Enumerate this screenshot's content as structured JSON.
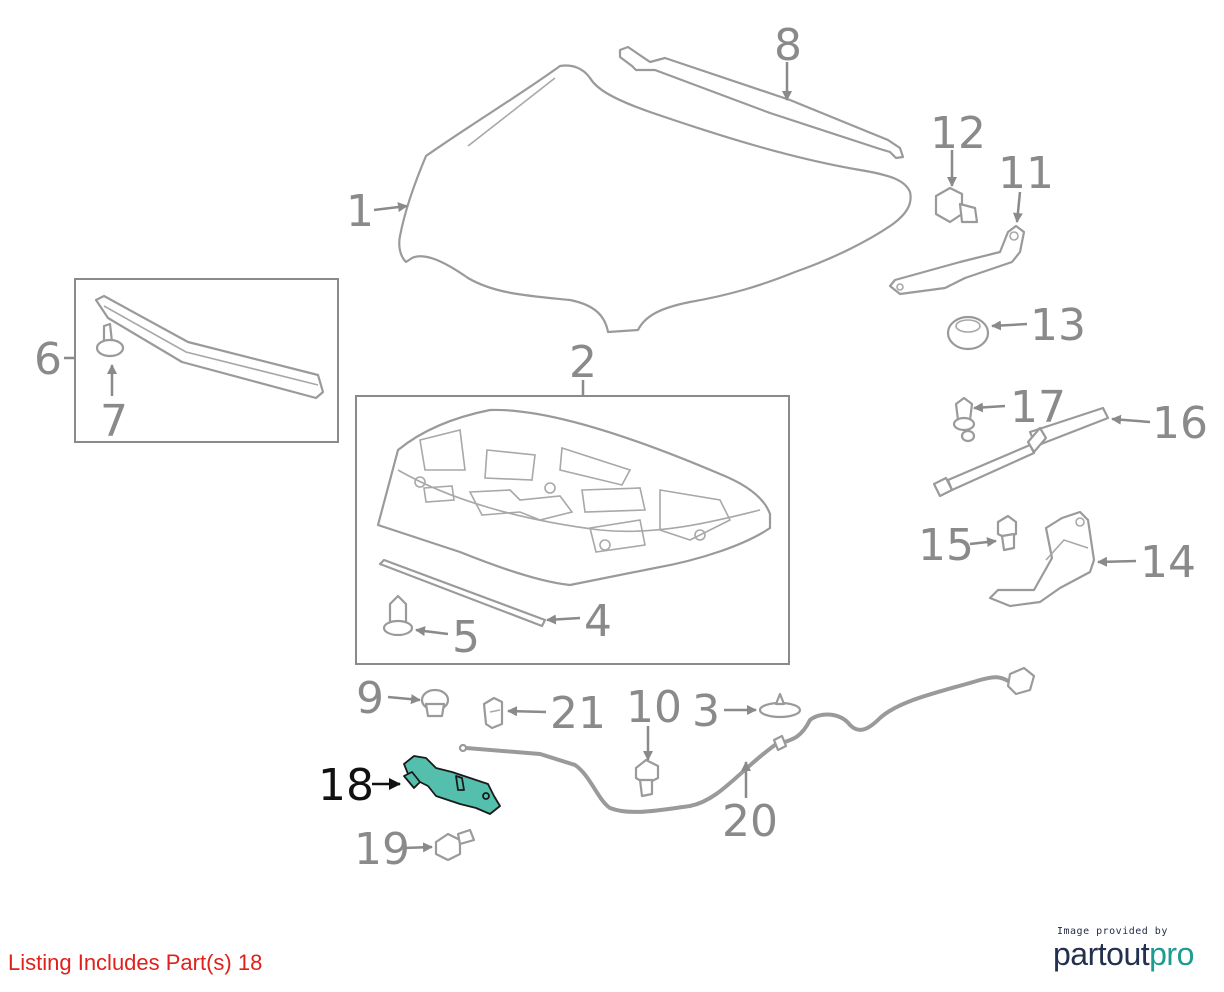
{
  "diagram": {
    "callouts": {
      "c1": "1",
      "c2": "2",
      "c3": "3",
      "c4": "4",
      "c5": "5",
      "c6": "6",
      "c7": "7",
      "c8": "8",
      "c9": "9",
      "c10": "10",
      "c11": "11",
      "c12": "12",
      "c13": "13",
      "c14": "14",
      "c15": "15",
      "c16": "16",
      "c17": "17",
      "c18": "18",
      "c19": "19",
      "c20": "20",
      "c21": "21"
    },
    "highlight_color": "#55bfae"
  },
  "footer": {
    "listing_note": "Listing Includes Part(s) 18",
    "note_color": "#e0201b"
  },
  "credit": {
    "caption": "Image provided by",
    "brand_part1": "partout",
    "brand_part2": "pro"
  }
}
